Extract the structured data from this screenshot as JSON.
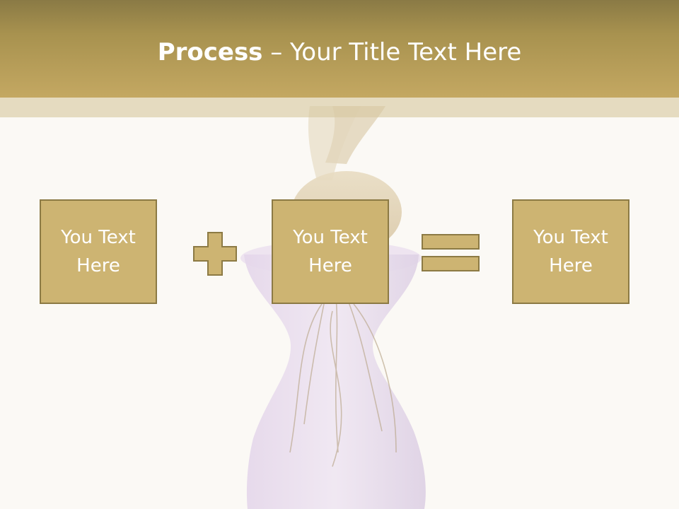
{
  "slide": {
    "title_bold": "Process",
    "title_rest": " – Your Title Text Here"
  },
  "process": {
    "box_1": "You Text Here",
    "operator_1": "plus",
    "box_2": "You Text Here",
    "operator_2": "equals",
    "box_3": "You Text Here"
  },
  "colors": {
    "header_top": "#8a7a45",
    "header_bottom": "#c4a862",
    "box_fill": "#cdb472",
    "box_border": "#8c7a44",
    "background": "#fbf9f5",
    "vase_tint": "#e6d8ec"
  },
  "icons": [
    "plus-icon",
    "equals-icon"
  ]
}
